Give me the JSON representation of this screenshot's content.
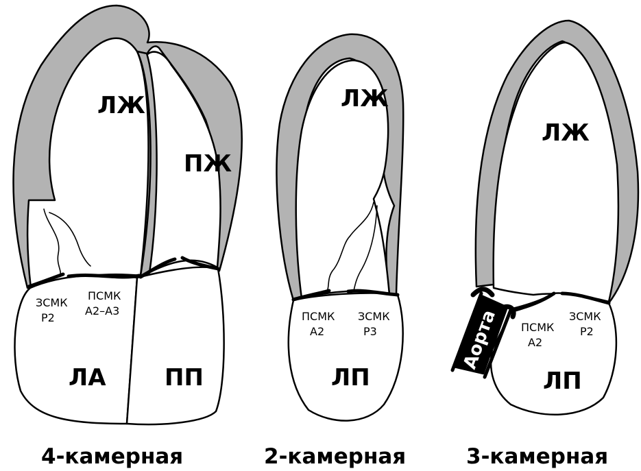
{
  "colors": {
    "wall": "#b3b3b3",
    "chamber": "#ffffff",
    "outline": "#000000"
  },
  "views": [
    {
      "caption": "4-камерная",
      "lv": "ЛЖ",
      "rv": "ПЖ",
      "la": "ЛА",
      "ra": "ПП",
      "leaflet_left_1": "ЗСМК",
      "leaflet_left_2": "P2",
      "leaflet_right_1": "ПСМК",
      "leaflet_right_2": "A2–A3"
    },
    {
      "caption": "2-камерная",
      "lv": "ЛЖ",
      "la": "ЛП",
      "leaflet_left_1": "ПСМК",
      "leaflet_left_2": "A2",
      "leaflet_right_1": "ЗСМК",
      "leaflet_right_2": "P3"
    },
    {
      "caption": "3-камерная",
      "lv": "ЛЖ",
      "la": "ЛП",
      "aorta": "Аорта",
      "leaflet_left_1": "ПСМК",
      "leaflet_left_2": "A2",
      "leaflet_right_1": "ЗСМК",
      "leaflet_right_2": "P2"
    }
  ]
}
